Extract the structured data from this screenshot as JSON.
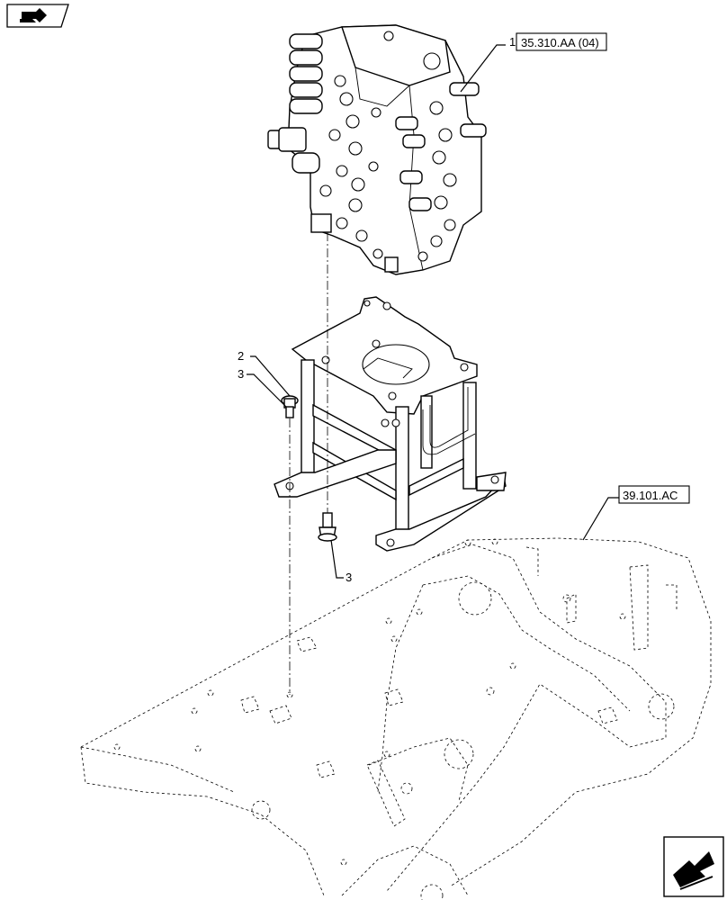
{
  "navigation": {
    "top_left_icon": "book-arrow-icon",
    "bottom_right_icon": "next-page-arrow-icon"
  },
  "callouts": {
    "item_1": {
      "number": "1",
      "reference": "35.310.AA (04)"
    },
    "item_2": {
      "number": "2"
    },
    "item_3_upper": {
      "number": "3"
    },
    "item_3_lower": {
      "number": "3"
    },
    "frame_reference": "39.101.AC"
  }
}
